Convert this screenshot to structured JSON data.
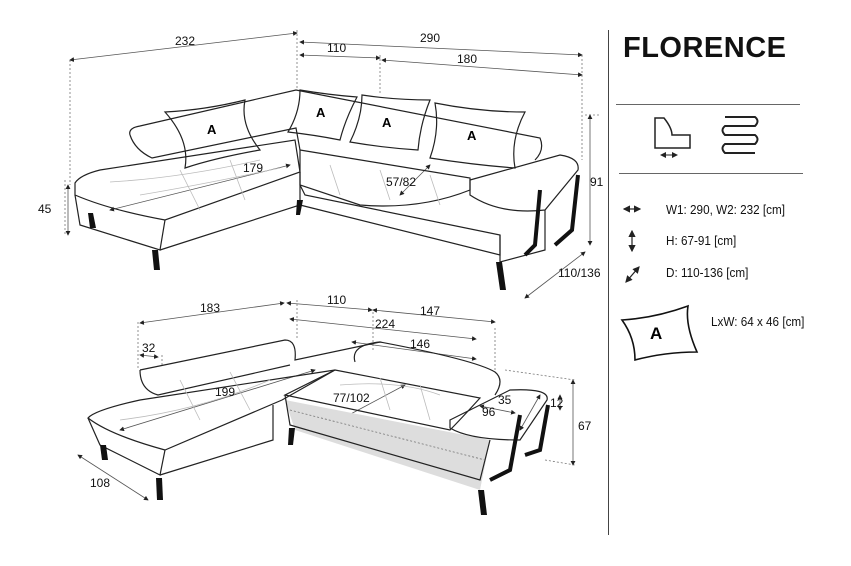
{
  "product": {
    "title": "FLORENCE"
  },
  "specs": [
    {
      "icon": "width-arrow-icon",
      "text": "W1: 290, W2: 232 [cm]"
    },
    {
      "icon": "height-arrow-icon",
      "text": "H: 67-91 [cm]"
    },
    {
      "icon": "depth-arrow-icon",
      "text": "D: 110-136 [cm]"
    }
  ],
  "pillow": {
    "label": "A",
    "size": "LxW: 64 x 46 [cm]"
  },
  "feature_icons": [
    "adjustable-seat-icon",
    "spring-icon"
  ],
  "top_view": {
    "w2": "232",
    "w1": "290",
    "seg_left": "110",
    "seg_right": "180",
    "chaise_depth": "179",
    "seat_depth": "57/82",
    "seat_height": "45",
    "total_height": "91",
    "depth": "110/136",
    "pillow_label": "A"
  },
  "bottom_view": {
    "left_width": "183",
    "corner": "110",
    "right": "147",
    "inner": "224",
    "back": "146",
    "arm": "32",
    "chaise_len": "199",
    "seat_depth": "77/102",
    "armrest_w": "35",
    "armrest_l": "96",
    "armrest_h": "12",
    "height": "67",
    "depth": "108"
  }
}
